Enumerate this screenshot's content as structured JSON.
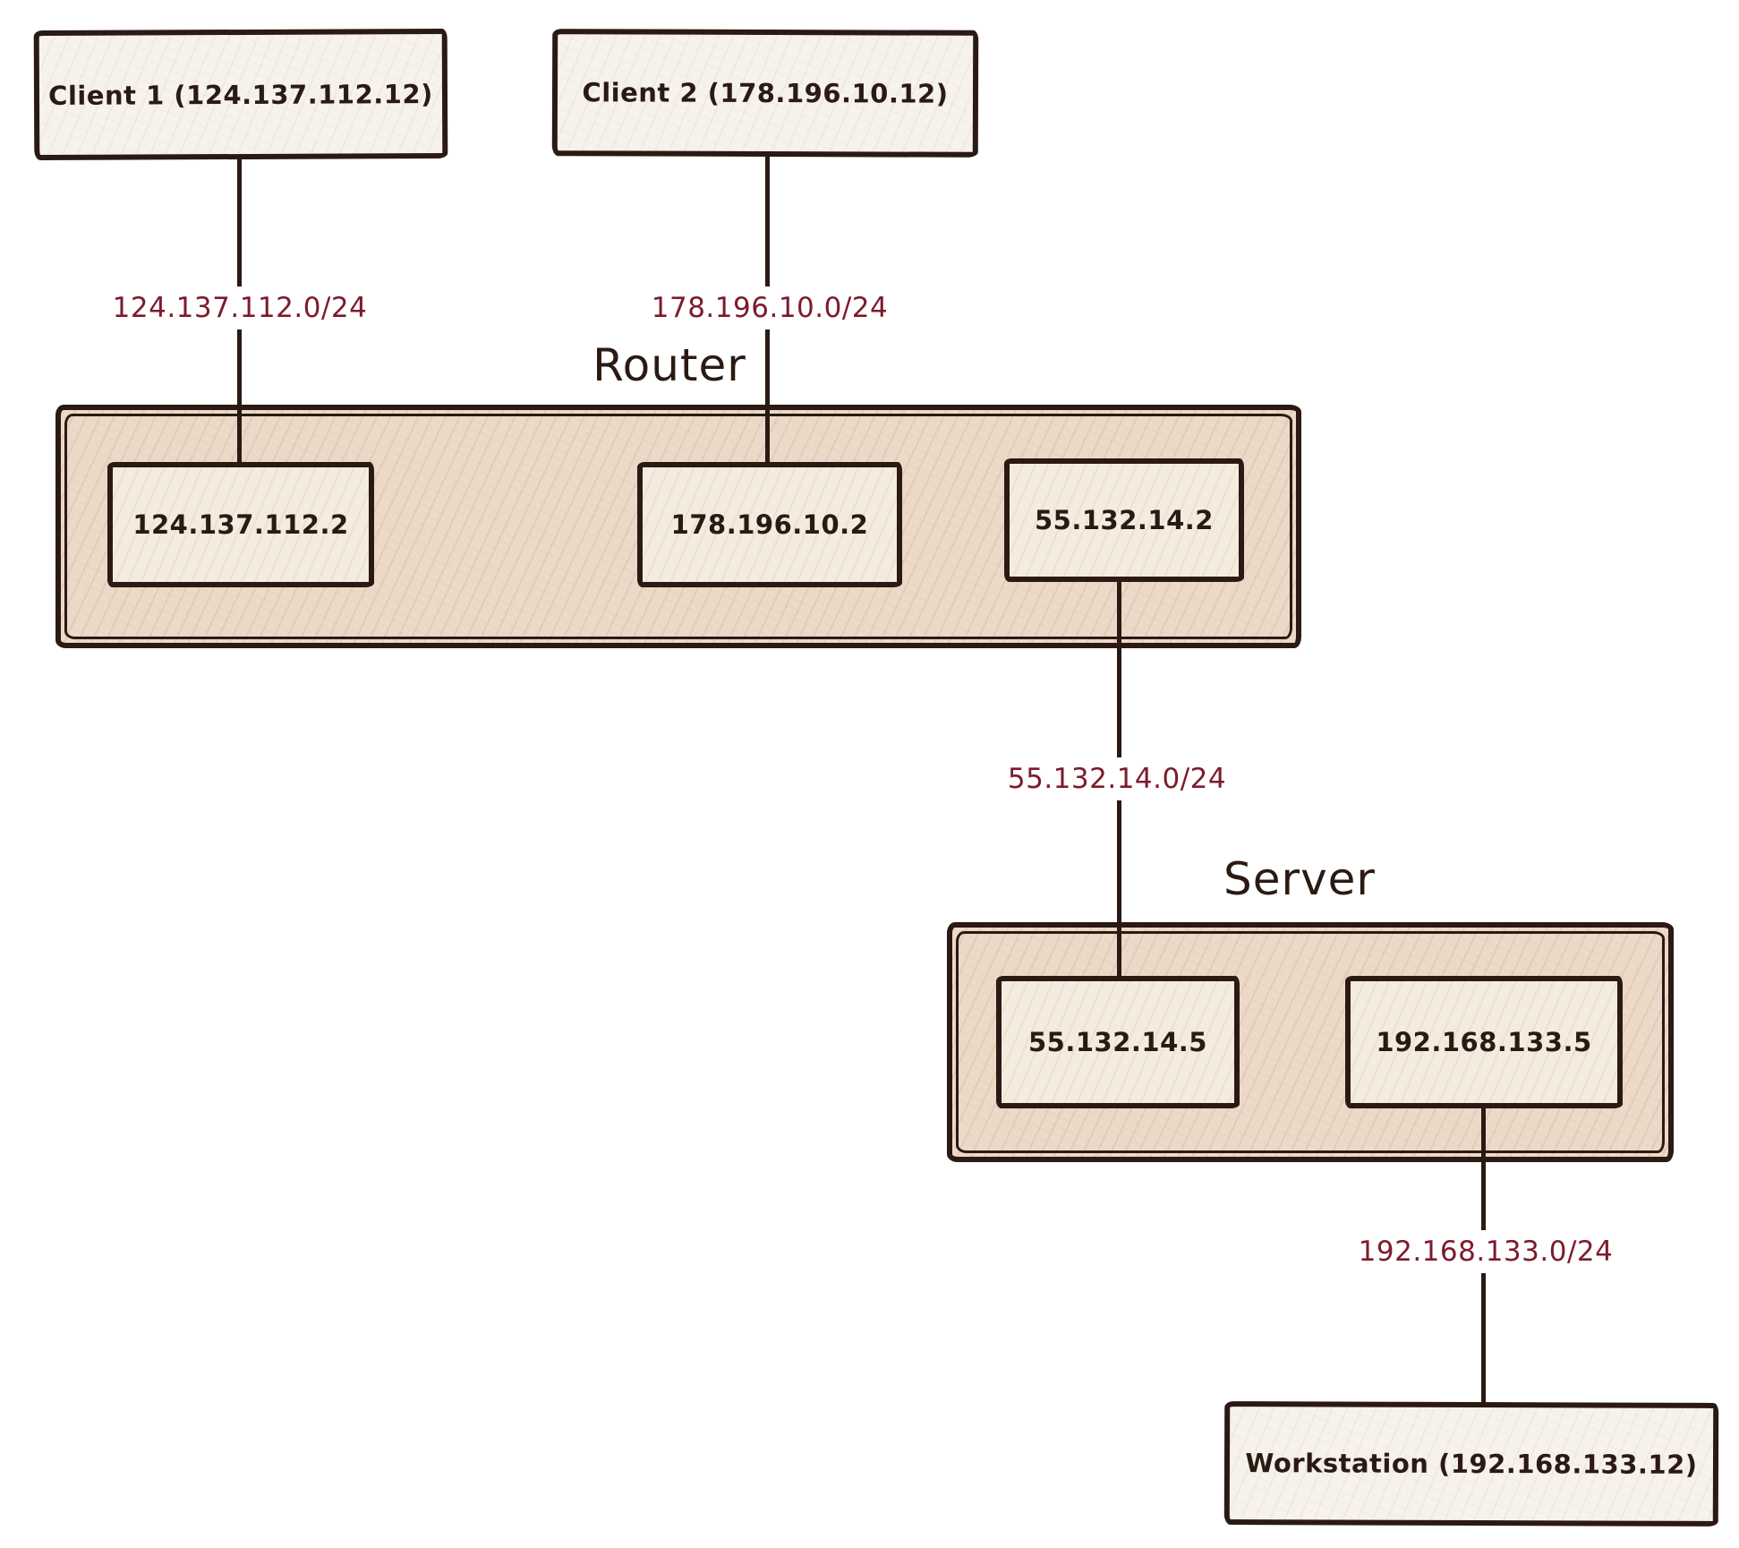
{
  "colors": {
    "background": "#ffffff",
    "stroke": "#2b1a13",
    "text": "#2b1a13",
    "node_fill": "#f7f2ec",
    "group_fill": "#ecd9c8",
    "iface_fill": "#f4ecdf",
    "subnet": "#7c1b2c"
  },
  "nodes": {
    "client1": {
      "label": "Client 1 (124.137.112.12)"
    },
    "client2": {
      "label": "Client 2 (178.196.10.12)"
    },
    "workstation": {
      "label": "Workstation (192.168.133.12)"
    }
  },
  "router": {
    "title": "Router",
    "interfaces": [
      "124.137.112.2",
      "178.196.10.2",
      "55.132.14.2"
    ]
  },
  "server": {
    "title": "Server",
    "interfaces": [
      "55.132.14.5",
      "192.168.133.5"
    ]
  },
  "links": {
    "client1_router": {
      "subnet": "124.137.112.0/24"
    },
    "client2_router": {
      "subnet": "178.196.10.0/24"
    },
    "router_server": {
      "subnet": "55.132.14.0/24"
    },
    "server_workstation": {
      "subnet": "192.168.133.0/24"
    }
  }
}
